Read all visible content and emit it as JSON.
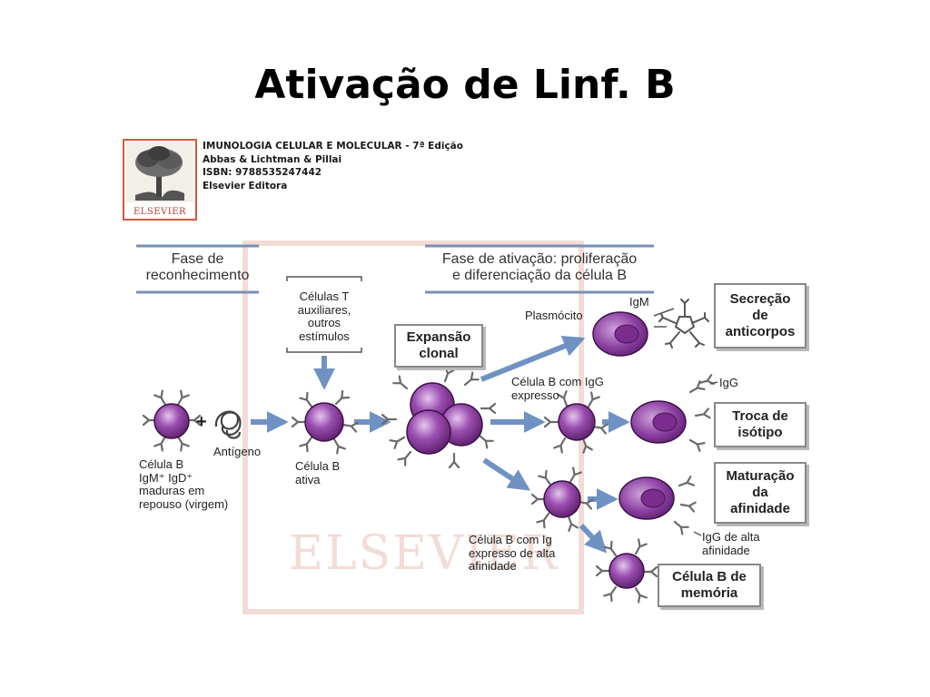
{
  "slide": {
    "title": "Ativação de Linf. B"
  },
  "book": {
    "line1": "IMUNOLOGIA CELULAR E MOLECULAR - 7ª Edição",
    "line2": "Abbas & Lichtman & Pillai",
    "line3": "ISBN: 9788535247442",
    "line4": "Elsevier Editora",
    "logo_text": "ELSEVIER"
  },
  "watermark": "ELSEVIER",
  "phases": {
    "recognition": [
      "Fase de",
      "reconhecimento"
    ],
    "activation": [
      "Fase de ativação: proliferação",
      "e diferenciação da célula B"
    ]
  },
  "labels": {
    "helper": [
      "Células T",
      "auxiliares,",
      "outros",
      "estímulos"
    ],
    "resting": [
      "Célula B",
      "IgM⁺ IgD⁺",
      "maduras em",
      "repouso (virgem)"
    ],
    "antigen": "Antígeno",
    "active": [
      "Célula B",
      "ativa"
    ],
    "plasmocito": "Plasmócito",
    "igm": "IgM",
    "igg_cell": [
      "Célula B com IgG",
      "expresso"
    ],
    "igg": "IgG",
    "high_aff_cell": [
      "Célula B com Ig",
      "expresso de alta",
      "afinidade"
    ],
    "igg_high": [
      "IgG de alta",
      "afinidade"
    ]
  },
  "boxes": {
    "clonal": [
      "Expansão",
      "clonal"
    ],
    "secretion": [
      "Secreção",
      "de",
      "anticorpos"
    ],
    "isotype": [
      "Troca de",
      "isótipo"
    ],
    "maturation": [
      "Maturação",
      "da",
      "afinidade"
    ],
    "memory": [
      "Célula B de",
      "memória"
    ]
  },
  "colors": {
    "cell_purple": "#7b2f8c",
    "arrow_blue": "#6f92c2",
    "phase_bar": "#7a8fb5",
    "logo_red": "#d25b36",
    "box_border": "#888888"
  }
}
